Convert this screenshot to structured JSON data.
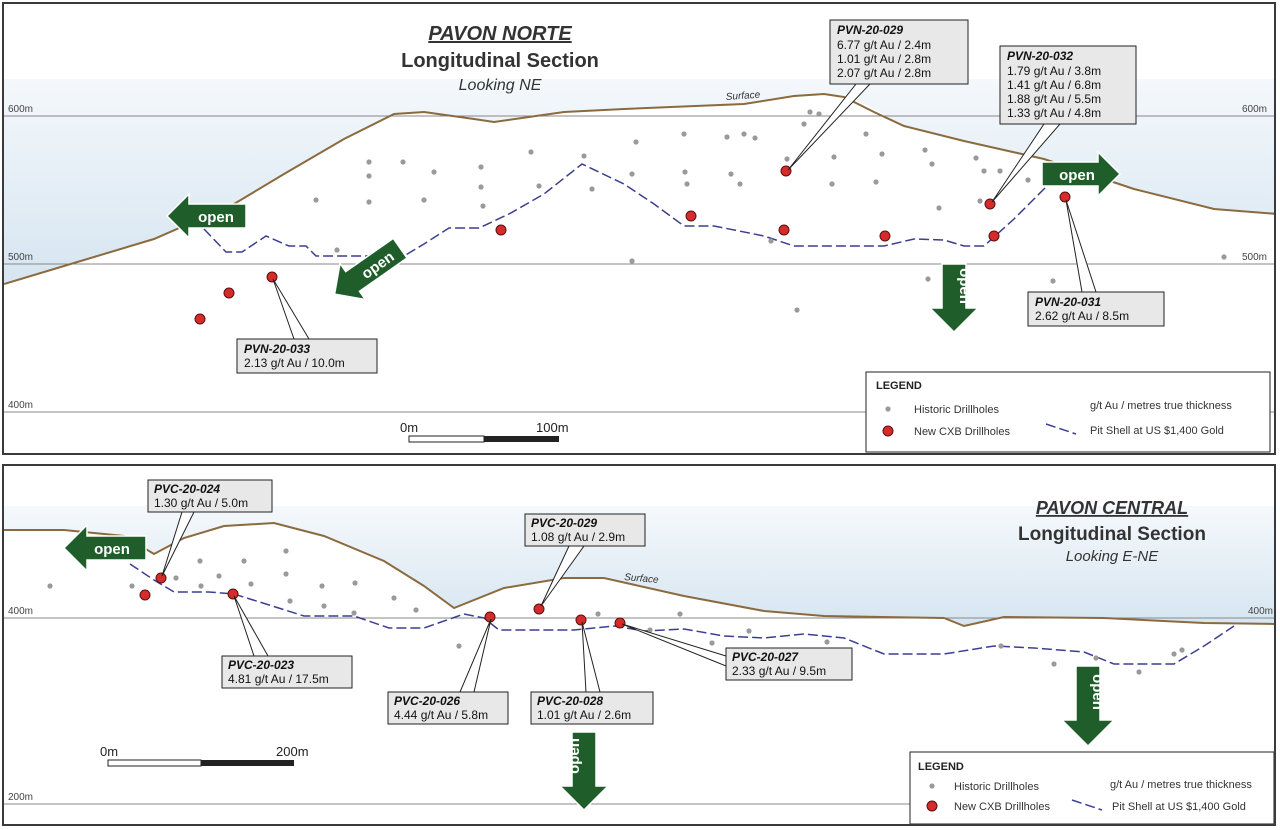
{
  "top": {
    "title": "PAVON NORTE",
    "subtitle": "Longitudinal Section",
    "looking": "Looking NE",
    "surface_label": "Surface",
    "elevations": [
      "600m",
      "500m",
      "400m"
    ],
    "scale": {
      "start": "0m",
      "end": "100m"
    },
    "open_label": "open",
    "callouts": [
      {
        "id": "PVN-20-029",
        "lines": [
          "6.77 g/t Au / 2.4m",
          "1.01 g/t Au / 2.8m",
          "2.07 g/t Au / 2.8m"
        ]
      },
      {
        "id": "PVN-20-032",
        "lines": [
          "1.79 g/t Au / 3.8m",
          "1.41 g/t Au / 6.8m",
          "1.88 g/t Au / 5.5m",
          "1.33 g/t Au / 4.8m"
        ]
      },
      {
        "id": "PVN-20-031",
        "lines": [
          "2.62 g/t Au / 8.5m"
        ]
      },
      {
        "id": "PVN-20-033",
        "lines": [
          "2.13 g/t Au / 10.0m"
        ]
      }
    ],
    "legend": {
      "heading": "LEGEND",
      "historic": "Historic Drillholes",
      "new": "New CXB Drillholes",
      "units": "g/t Au / metres true thickness",
      "pit": "Pit Shell at US $1,400 Gold"
    }
  },
  "bottom": {
    "title": "PAVON CENTRAL",
    "subtitle": "Longitudinal Section",
    "looking": "Looking E-NE",
    "surface_label": "Surface",
    "elevations": [
      "400m",
      "200m"
    ],
    "scale": {
      "start": "0m",
      "end": "200m"
    },
    "open_label": "open",
    "callouts": [
      {
        "id": "PVC-20-024",
        "lines": [
          "1.30 g/t Au / 5.0m"
        ]
      },
      {
        "id": "PVC-20-029",
        "lines": [
          "1.08 g/t Au / 2.9m"
        ]
      },
      {
        "id": "PVC-20-023",
        "lines": [
          "4.81 g/t Au / 17.5m"
        ]
      },
      {
        "id": "PVC-20-027",
        "lines": [
          "2.33 g/t Au / 9.5m"
        ]
      },
      {
        "id": "PVC-20-026",
        "lines": [
          "4.44 g/t Au / 5.8m"
        ]
      },
      {
        "id": "PVC-20-028",
        "lines": [
          "1.01 g/t Au / 2.6m"
        ]
      }
    ],
    "legend": {
      "heading": "LEGEND",
      "historic": "Historic Drillholes",
      "new": "New CXB Drillholes",
      "units": "g/t Au / metres true thickness",
      "pit": "Pit Shell at US $1,400 Gold"
    }
  },
  "colors": {
    "surface": "#8B6A3E",
    "pit_shell": "#3b3f8f",
    "new_hole": "#d62b2b",
    "historic_hole": "#9a9a9a",
    "arrow": "#1f5e2a",
    "sky": "#dde9f3",
    "callout_bg": "#e8e8e8"
  }
}
